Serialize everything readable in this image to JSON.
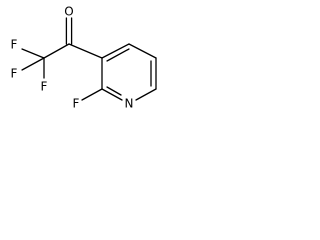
{
  "molecule": {
    "atoms": {
      "oxygen": "O",
      "fluorine_top_left": "F",
      "fluorine_left": "F",
      "fluorine_bottom": "F",
      "fluorine_ring": "F",
      "nitrogen": "N"
    }
  }
}
